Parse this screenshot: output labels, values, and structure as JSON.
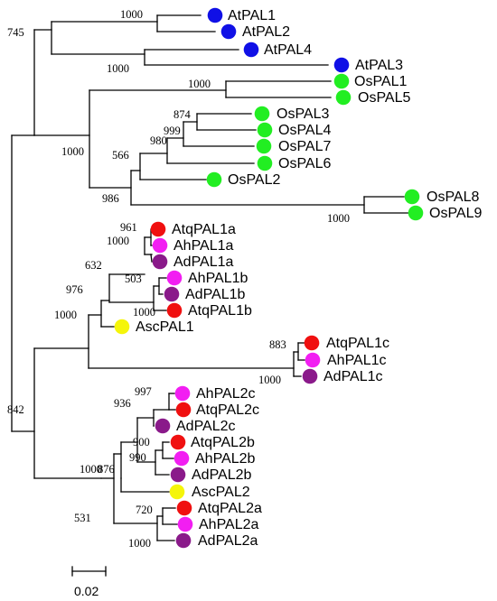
{
  "colors": {
    "blue": "#1010e6",
    "green": "#22ee22",
    "red": "#f01010",
    "magenta": "#f21ef2",
    "purple": "#8a1a8a",
    "yellow": "#f5f50a",
    "branch": "#000000"
  },
  "scale_bar": {
    "label": "0.02"
  },
  "leaves": [
    {
      "id": "AtPAL1",
      "label": "AtPAL1",
      "color": "blue"
    },
    {
      "id": "AtPAL2",
      "label": "AtPAL2",
      "color": "blue"
    },
    {
      "id": "AtPAL4",
      "label": "AtPAL4",
      "color": "blue"
    },
    {
      "id": "AtPAL3",
      "label": "AtPAL3",
      "color": "blue"
    },
    {
      "id": "OsPAL1",
      "label": "OsPAL1",
      "color": "green"
    },
    {
      "id": "OsPAL5",
      "label": "OsPAL5",
      "color": "green"
    },
    {
      "id": "OsPAL3",
      "label": "OsPAL3",
      "color": "green"
    },
    {
      "id": "OsPAL4",
      "label": "OsPAL4",
      "color": "green"
    },
    {
      "id": "OsPAL7",
      "label": "OsPAL7",
      "color": "green"
    },
    {
      "id": "OsPAL6",
      "label": "OsPAL6",
      "color": "green"
    },
    {
      "id": "OsPAL2",
      "label": "OsPAL2",
      "color": "green"
    },
    {
      "id": "OsPAL8",
      "label": "OsPAL8",
      "color": "green"
    },
    {
      "id": "OsPAL9",
      "label": "OsPAL9",
      "color": "green"
    },
    {
      "id": "AtqPAL1a",
      "label": "AtqPAL1a",
      "color": "red"
    },
    {
      "id": "AhPAL1a",
      "label": "AhPAL1a",
      "color": "magenta"
    },
    {
      "id": "AdPAL1a",
      "label": "AdPAL1a",
      "color": "purple"
    },
    {
      "id": "AhPAL1b",
      "label": "AhPAL1b",
      "color": "magenta"
    },
    {
      "id": "AdPAL1b",
      "label": "AdPAL1b",
      "color": "purple"
    },
    {
      "id": "AtqPAL1b",
      "label": "AtqPAL1b",
      "color": "red"
    },
    {
      "id": "AscPAL1",
      "label": "AscPAL1",
      "color": "yellow"
    },
    {
      "id": "AtqPAL1c",
      "label": "AtqPAL1c",
      "color": "red"
    },
    {
      "id": "AhPAL1c",
      "label": "AhPAL1c",
      "color": "magenta"
    },
    {
      "id": "AdPAL1c",
      "label": "AdPAL1c",
      "color": "purple"
    },
    {
      "id": "AhPAL2c",
      "label": "AhPAL2c",
      "color": "magenta"
    },
    {
      "id": "AtqPAL2c",
      "label": "AtqPAL2c",
      "color": "red"
    },
    {
      "id": "AdPAL2c",
      "label": "AdPAL2c",
      "color": "purple"
    },
    {
      "id": "AtqPAL2b",
      "label": "AtqPAL2b",
      "color": "red"
    },
    {
      "id": "AhPAL2b",
      "label": "AhPAL2b",
      "color": "magenta"
    },
    {
      "id": "AdPAL2b",
      "label": "AdPAL2b",
      "color": "purple"
    },
    {
      "id": "AscPAL2",
      "label": "AscPAL2",
      "color": "yellow"
    },
    {
      "id": "AtqPAL2a",
      "label": "AtqPAL2a",
      "color": "red"
    },
    {
      "id": "AhPAL2a",
      "label": "AhPAL2a",
      "color": "magenta"
    },
    {
      "id": "AdPAL2a",
      "label": "AdPAL2a",
      "color": "purple"
    }
  ],
  "bootstrap": [
    {
      "id": "b_atpal12",
      "value": "1000"
    },
    {
      "id": "b_atpal_root",
      "value": "745"
    },
    {
      "id": "b_atpal43",
      "value": "1000"
    },
    {
      "id": "b_ospal15",
      "value": "1000"
    },
    {
      "id": "b_ospal34",
      "value": "874"
    },
    {
      "id": "b_ospal347",
      "value": "999"
    },
    {
      "id": "b_ospal3476",
      "value": "980"
    },
    {
      "id": "b_ospal_group",
      "value": "566"
    },
    {
      "id": "b_ospal_main",
      "value": "1000"
    },
    {
      "id": "b_ospal89",
      "value": "986"
    },
    {
      "id": "b_ospal89_inner",
      "value": "1000"
    },
    {
      "id": "b_pal1a_top",
      "value": "961"
    },
    {
      "id": "b_pal1a",
      "value": "1000"
    },
    {
      "id": "b_pal1ab",
      "value": "632"
    },
    {
      "id": "b_pal1b_top",
      "value": "503"
    },
    {
      "id": "b_pal1b",
      "value": "1000"
    },
    {
      "id": "b_pal1_asc",
      "value": "976"
    },
    {
      "id": "b_pal1_main",
      "value": "1000"
    },
    {
      "id": "b_pal1c_top",
      "value": "883"
    },
    {
      "id": "b_pal1c",
      "value": "1000"
    },
    {
      "id": "b_root",
      "value": "842"
    },
    {
      "id": "b_pal2c_top",
      "value": "997"
    },
    {
      "id": "b_pal2c",
      "value": "936"
    },
    {
      "id": "b_pal2b_top",
      "value": "900"
    },
    {
      "id": "b_pal2b",
      "value": "990"
    },
    {
      "id": "b_pal2bc",
      "value": "876"
    },
    {
      "id": "b_pal2_main",
      "value": "1000"
    },
    {
      "id": "b_pal2a_top",
      "value": "720"
    },
    {
      "id": "b_pal2a",
      "value": "531"
    },
    {
      "id": "b_pal2a_inner",
      "value": "1000"
    }
  ]
}
